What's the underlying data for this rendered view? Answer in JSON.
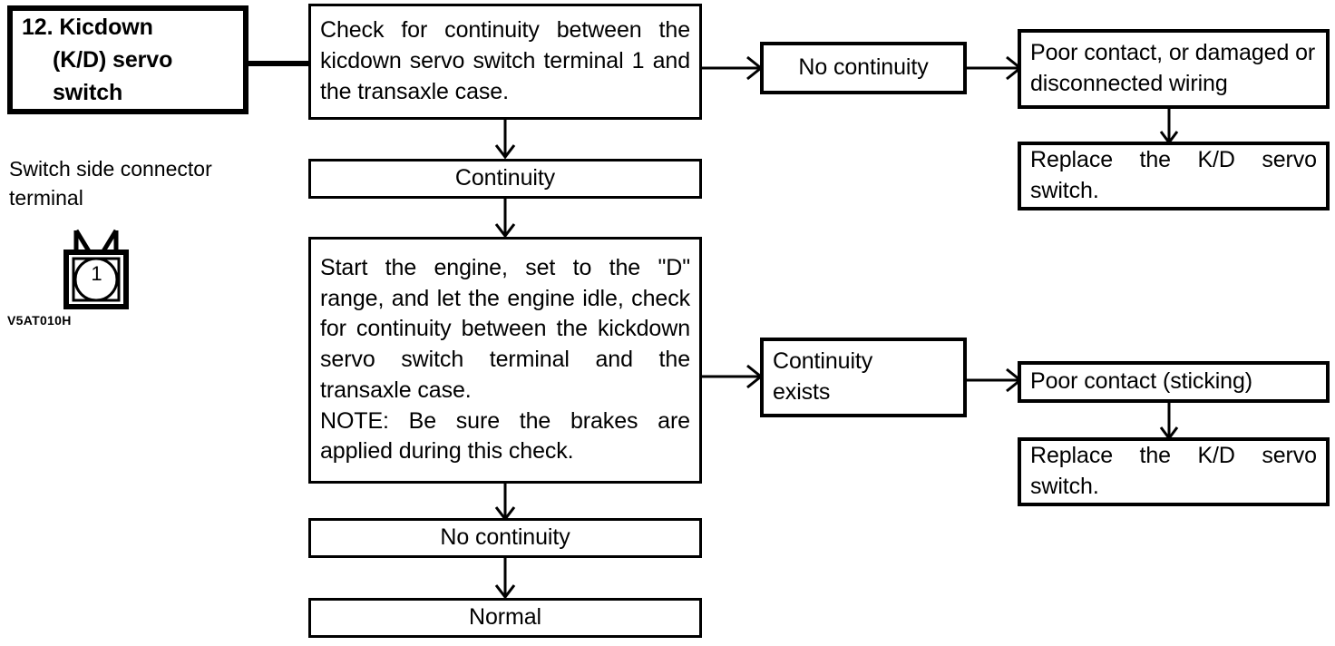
{
  "figure": {
    "code": "V5AT010H",
    "title_box": {
      "number": "12.",
      "line1": "Kicdown",
      "line2": "(K/D) servo",
      "line3": "switch"
    },
    "sidebar": {
      "caption": "Switch side connector\nterminal",
      "connector_icon": {
        "name": "connector-terminal-icon",
        "terminal_number": "1"
      }
    }
  },
  "flow": {
    "center": [
      {
        "id": "check-continuity",
        "text": "Check for continuity between the kicdown servo switch terminal 1 and the transaxle case.",
        "align": "justify"
      },
      {
        "id": "continuity",
        "text": "Continuity",
        "align": "center"
      },
      {
        "id": "start-engine",
        "text": "Start the engine, set to the \"D\" range, and let the engine idle, check for continuity between the kickdown servo switch terminal and the transaxle case.\nNOTE: Be sure the brakes are applied during this check.",
        "align": "justify"
      },
      {
        "id": "no-continuity-2",
        "text": "No continuity",
        "align": "center"
      },
      {
        "id": "normal",
        "text": "Normal",
        "align": "center"
      }
    ],
    "branch_top": {
      "condition": "No continuity",
      "cause": "Poor contact, or damaged or disconnected wiring",
      "action": "Replace  the  K/D  servo switch."
    },
    "branch_mid": {
      "condition": "Continuity\nexists",
      "cause": "Poor contact (sticking)",
      "action": "Replace  the  K/D  servo switch."
    }
  },
  "colors": {
    "stroke": "#000000",
    "background": "#ffffff"
  }
}
